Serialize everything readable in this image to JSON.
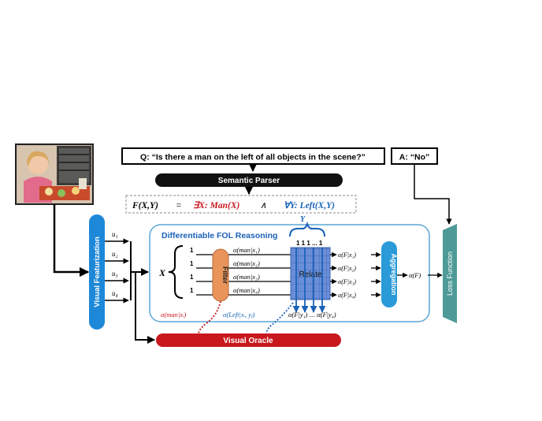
{
  "question": "Q: “Is there a man on the left of all objects in the scene?”",
  "answer": "A: “No”",
  "semantic_parser": "Semantic Parser",
  "formula": {
    "lhs": "F(X,Y)",
    "eq": "=",
    "exists": "∃X: Man(X)",
    "and": "∧",
    "forall": "∀Y: Left(X,Y)"
  },
  "fol_box_title": "Differentiable FOL Reasoning",
  "visual_featurization": "Visual Featurization",
  "features": [
    "u₁",
    "u₂",
    "u₃",
    "u₄"
  ],
  "x_label": "X",
  "y_label": "Y",
  "ones": [
    "1",
    "1",
    "1",
    "1"
  ],
  "y_ones": "1  1  1 ... 1",
  "man_probs": [
    "α(man|x₁)",
    "α(man|x₂)",
    "α(man|x₃)",
    "α(man|x₄)"
  ],
  "filter": "Filter",
  "relate": "Relate",
  "fx_probs": [
    "α(F|x₁)",
    "α(F|x₂)",
    "α(F|x₃)",
    "α(F|x₄)"
  ],
  "aggregation": "Aggregation",
  "alpha_f": "α(F)",
  "loss_function": "Loss Function",
  "man_xi": "α(man|xᵢ)",
  "left_xy": "α(Left|xᵢ, yⱼ)",
  "fy_probs": "α(F|y₁) … α(F|y₄)",
  "visual_oracle": "Visual Oracle",
  "colors": {
    "featurization": "#1e88d8",
    "fol_border": "#5aa6d6",
    "filter": "#e8945a",
    "relate": "#6a8fd8",
    "aggregation": "#2a9ad8",
    "loss": "#4e9a98",
    "oracle": "#c8181e",
    "parser": "#111111",
    "red_text": "#c8181e",
    "blue_text": "#1a62b8"
  }
}
